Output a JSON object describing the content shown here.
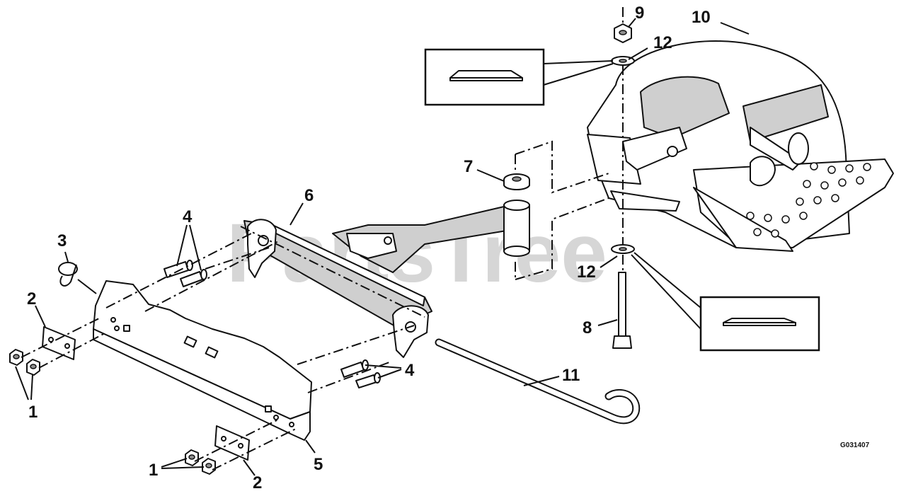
{
  "watermark": "PartsTree",
  "drawing_code": "G031407",
  "callouts": {
    "c1a": "1",
    "c1b": "1",
    "c2a": "2",
    "c2b": "2",
    "c3": "3",
    "c4a": "4",
    "c4b": "4",
    "c5": "5",
    "c6": "6",
    "c7": "7",
    "c8": "8",
    "c9": "9",
    "c10": "10",
    "c11": "11",
    "c12a": "12",
    "c12b": "12"
  }
}
